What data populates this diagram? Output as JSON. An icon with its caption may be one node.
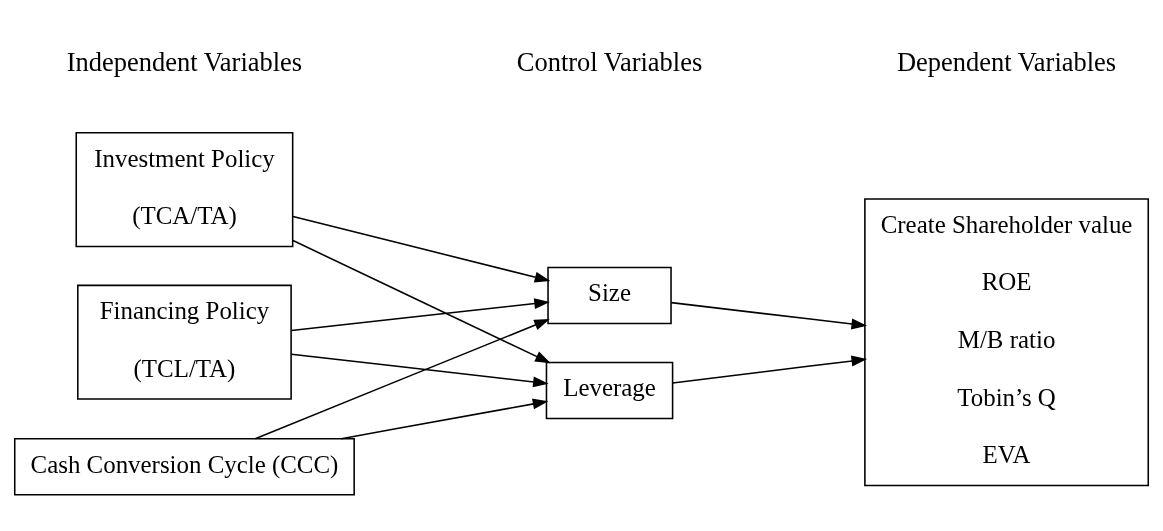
{
  "diagram": {
    "nodes": [
      {
        "text": [
          "Investment Policy",
          "(TCA/TA)"
        ]
      },
      {
        "text": [
          "Financing Policy",
          "(TCL/TA)"
        ]
      },
      {
        "text": [
          "Cash Conversion Cycle (CCC)"
        ]
      },
      {
        "text": [
          "Size"
        ]
      },
      {
        "text": [
          "Leverage"
        ]
      },
      {
        "text": [
          "Create Shareholder value",
          "ROE",
          "M/B ratio",
          "Tobin’s Q",
          "EVA"
        ]
      }
    ],
    "edges": [
      {
        "from": 0,
        "to": 3,
        "arrow": "to"
      },
      {
        "from": 0,
        "to": 4,
        "arrow": "to"
      },
      {
        "from": 1,
        "to": 3,
        "arrow": "to"
      },
      {
        "from": 1,
        "to": 4,
        "arrow": "to"
      },
      {
        "from": 2,
        "to": 3,
        "arrow": "to"
      },
      {
        "from": 2,
        "to": 4,
        "arrow": "to"
      },
      {
        "from": 3,
        "to": 5,
        "arrow": "to"
      },
      {
        "from": 4,
        "to": 5,
        "arrow": "to"
      }
    ],
    "labels": [
      "Independent Variables",
      "Control Variables",
      "Dependent Variables"
    ]
  }
}
